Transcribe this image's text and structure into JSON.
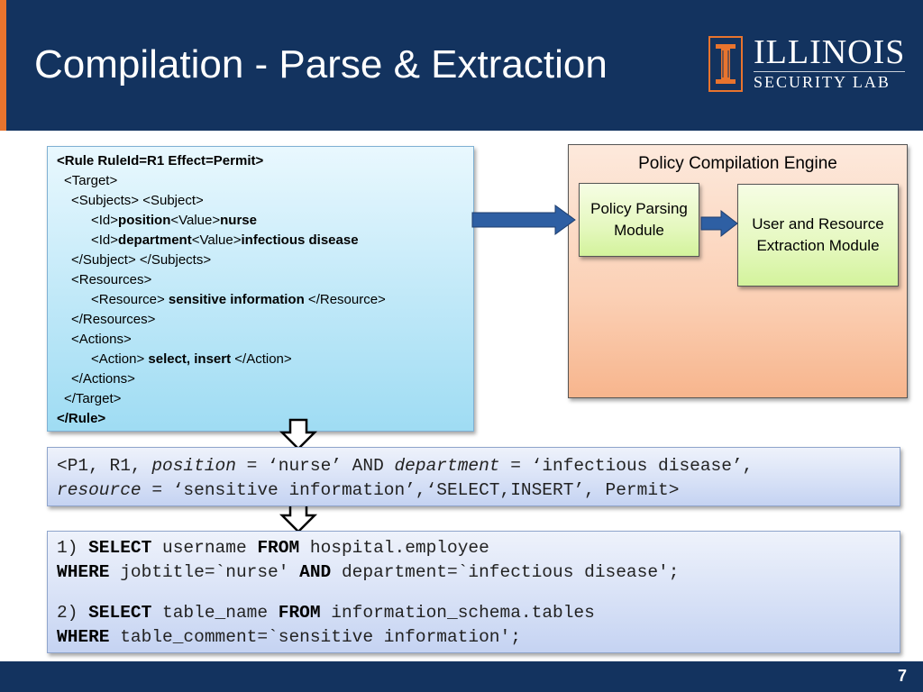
{
  "slide": {
    "title": "Compilation - Parse & Extraction",
    "page_number": "7"
  },
  "logo": {
    "name": "ILLINOIS",
    "subtitle": "SECURITY LAB"
  },
  "rule_xml": {
    "lines": [
      {
        "parts": [
          {
            "t": "<Rule RuleId=R1 Effect=Permit>",
            "b": true
          }
        ],
        "indent": 0
      },
      {
        "parts": [
          {
            "t": "<Target>",
            "b": false
          }
        ],
        "indent": 1
      },
      {
        "parts": [
          {
            "t": "<Subjects> <Subject>",
            "b": false
          }
        ],
        "indent": 2
      },
      {
        "parts": [
          {
            "t": "<Id>",
            "b": false
          },
          {
            "t": "position",
            "b": true
          },
          {
            "t": "<Value>",
            "b": false
          },
          {
            "t": "nurse",
            "b": true
          }
        ],
        "indent": 3
      },
      {
        "parts": [
          {
            "t": "<Id>",
            "b": false
          },
          {
            "t": "department",
            "b": true
          },
          {
            "t": "<Value>",
            "b": false
          },
          {
            "t": "infectious disease",
            "b": true
          }
        ],
        "indent": 3
      },
      {
        "parts": [
          {
            "t": "</Subject> </Subjects>",
            "b": false
          }
        ],
        "indent": 2
      },
      {
        "parts": [
          {
            "t": "<Resources>",
            "b": false
          }
        ],
        "indent": 2
      },
      {
        "parts": [
          {
            "t": "<Resource> ",
            "b": false
          },
          {
            "t": "sensitive information",
            "b": true
          },
          {
            "t": " </Resource>",
            "b": false
          }
        ],
        "indent": 3
      },
      {
        "parts": [
          {
            "t": "</Resources>",
            "b": false
          }
        ],
        "indent": 2
      },
      {
        "parts": [
          {
            "t": "<Actions>",
            "b": false
          }
        ],
        "indent": 2
      },
      {
        "parts": [
          {
            "t": "<Action> ",
            "b": false
          },
          {
            "t": "select, insert",
            "b": true
          },
          {
            "t": " </Action>",
            "b": false
          }
        ],
        "indent": 3
      },
      {
        "parts": [
          {
            "t": "</Actions>",
            "b": false
          }
        ],
        "indent": 2
      },
      {
        "parts": [
          {
            "t": "</Target>",
            "b": false
          }
        ],
        "indent": 1
      },
      {
        "parts": [
          {
            "t": "</Rule>",
            "b": true
          }
        ],
        "indent": 0
      }
    ]
  },
  "engine": {
    "title": "Policy Compilation Engine",
    "parsing_module": "Policy Parsing Module",
    "extraction_module": "User and Resource Extraction Module"
  },
  "tuple": {
    "line1": [
      {
        "t": "<P1, R1, ",
        "i": false
      },
      {
        "t": "position",
        "i": true
      },
      {
        "t": " = ‘nurse’ AND ",
        "i": false
      },
      {
        "t": "department",
        "i": true
      },
      {
        "t": " = ‘infectious disease’,",
        "i": false
      }
    ],
    "line2": [
      {
        "t": "resource",
        "i": true
      },
      {
        "t": " = ‘sensitive information’,‘SELECT,INSERT’, Permit>",
        "i": false
      }
    ]
  },
  "sql": {
    "queries": [
      [
        [
          {
            "t": "1) ",
            "k": false
          },
          {
            "t": "SELECT",
            "k": true
          },
          {
            "t": " username ",
            "k": false
          },
          {
            "t": "FROM",
            "k": true
          },
          {
            "t": " hospital.employee",
            "k": false
          }
        ],
        [
          {
            "t": "WHERE",
            "k": true
          },
          {
            "t": " jobtitle=`nurse' ",
            "k": false
          },
          {
            "t": "AND",
            "k": true
          },
          {
            "t": " department=`infectious disease';",
            "k": false
          }
        ]
      ],
      [
        [
          {
            "t": "2) ",
            "k": false
          },
          {
            "t": "SELECT",
            "k": true
          },
          {
            "t": " table_name ",
            "k": false
          },
          {
            "t": "FROM",
            "k": true
          },
          {
            "t": " information_schema.tables",
            "k": false
          }
        ],
        [
          {
            "t": "WHERE",
            "k": true
          },
          {
            "t": " table_comment=`sensitive information';",
            "k": false
          }
        ]
      ]
    ]
  },
  "colors": {
    "header_bg": "#13335f",
    "accent": "#e8742e",
    "arrow_fill": "#2e5fa3",
    "module_green": "#d3f39c",
    "engine_peach": "#f7b58d",
    "rule_cyan": "#9fdcf3"
  }
}
